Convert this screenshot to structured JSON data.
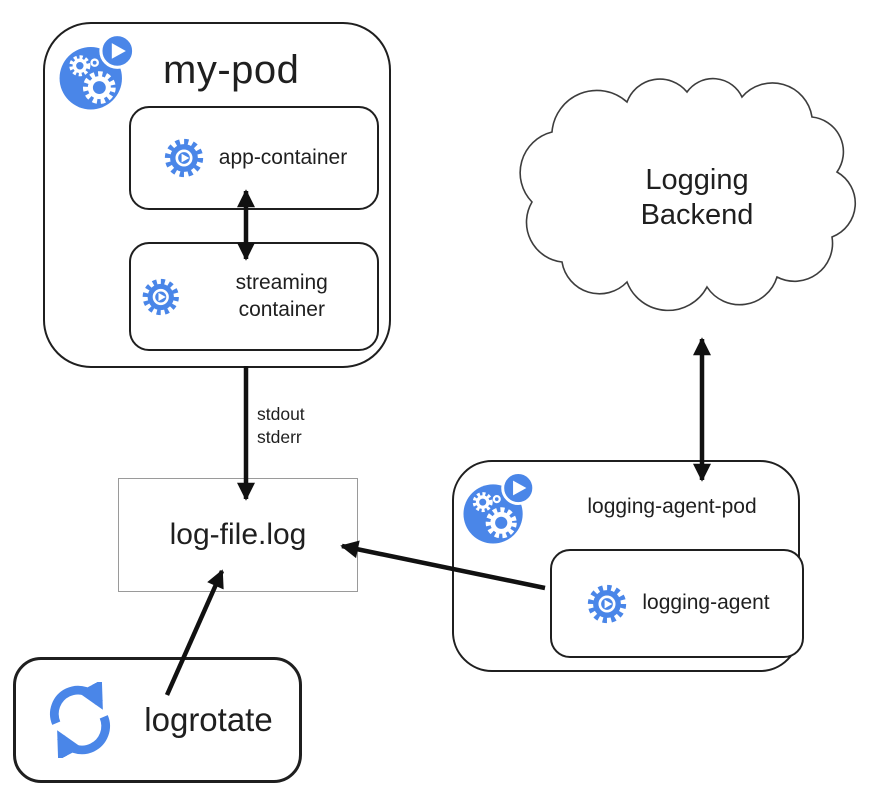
{
  "nodes": {
    "my_pod": {
      "title": "my-pod",
      "containers": [
        {
          "label": "app-container"
        },
        {
          "label": "streaming container"
        }
      ]
    },
    "logging_agent_pod": {
      "title": "logging-agent-pod",
      "containers": [
        {
          "label": "logging-agent"
        }
      ]
    },
    "log_file": {
      "label": "log-file.log"
    },
    "logrotate": {
      "label": "logrotate"
    },
    "cloud": {
      "label": "Logging Backend"
    }
  },
  "edge_labels": {
    "stdout": "stdout",
    "stderr": "stderr"
  },
  "icons": {
    "pod": "kubernetes-pod-icon",
    "container": "container-gear-play-icon",
    "logrotate": "sync-rotate-icon"
  },
  "colors": {
    "kubernetes_blue": "#4a86e8",
    "box_border": "#1f1f1f",
    "file_box_border": "#9a9a9a",
    "cloud_outline": "#3d3d3d",
    "arrow": "#111111"
  }
}
